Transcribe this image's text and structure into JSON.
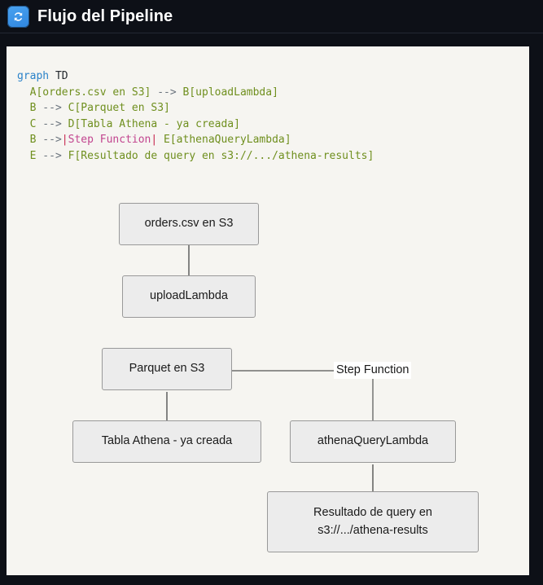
{
  "header": {
    "icon": "sync-refresh-icon",
    "title": "Flujo del Pipeline"
  },
  "code": {
    "language": "mermaid",
    "lines": [
      {
        "kw": "graph",
        "plain": " TD"
      },
      {
        "indent": "  ",
        "id": "A[orders.csv en S3]",
        "arrow": " --> ",
        "id2": "B[uploadLambda]"
      },
      {
        "indent": "  ",
        "pre": "B",
        "arrow": " --> ",
        "id2": "C[Parquet en S3]"
      },
      {
        "indent": "  ",
        "pre": "C",
        "arrow": " --> ",
        "id2": "D[Tabla Athena - ya creada]"
      },
      {
        "indent": "  ",
        "pre": "B",
        "arrow": " -->",
        "pipe1": "|",
        "label": "Step Function",
        "pipe2": "|",
        "id2": " E[athenaQueryLambda]"
      },
      {
        "indent": "  ",
        "pre": "E",
        "arrow": " --> ",
        "id2": "F[Resultado de query en s3://.../athena-results]"
      }
    ],
    "raw": [
      "graph TD",
      "  A[orders.csv en S3] --> B[uploadLambda]",
      "  B --> C[Parquet en S3]",
      "  C --> D[Tabla Athena - ya creada]",
      "  B -->|Step Function| E[athenaQueryLambda]",
      "  E --> F[Resultado de query en s3://.../athena-results]"
    ]
  },
  "diagram": {
    "nodes": [
      {
        "key": "A",
        "label": "orders.csv en S3"
      },
      {
        "key": "B",
        "label": "uploadLambda"
      },
      {
        "key": "C",
        "label": "Parquet en S3"
      },
      {
        "key": "D",
        "label": "Tabla Athena - ya creada"
      },
      {
        "key": "E",
        "label": "athenaQueryLambda"
      },
      {
        "key": "F",
        "line1": "Resultado de query en",
        "line2": "s3://.../athena-results"
      }
    ],
    "edge_labels": [
      {
        "key": "B-E",
        "label": "Step Function"
      }
    ]
  },
  "colors": {
    "header_bg": "#0d1017",
    "panel_bg": "#f6f5f1",
    "node_fill": "#ececec",
    "node_stroke": "#999999",
    "edge_stroke": "#545454",
    "accent": "#3d8ee0",
    "code_keyword": "#2b82c9",
    "code_identifier": "#6f8f1e",
    "code_label": "#c2458f"
  }
}
